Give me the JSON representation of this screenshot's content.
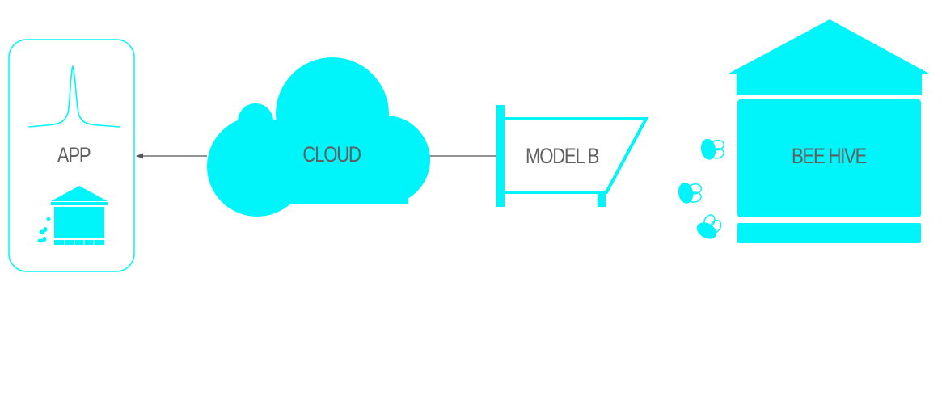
{
  "diagram": {
    "nodes": {
      "app": {
        "label": "APP"
      },
      "cloud": {
        "label": "CLOUD"
      },
      "model_b": {
        "label": "MODEL B"
      },
      "bee_hive": {
        "label": "BEE HIVE"
      }
    },
    "edges": [
      {
        "from": "cloud",
        "to": "app",
        "arrow": "to-app"
      },
      {
        "from": "model_b",
        "to": "cloud",
        "arrow": "none"
      }
    ],
    "colors": {
      "accent": "#00f5fb",
      "text": "#5f5f5f",
      "line": "#555555",
      "background": "#ffffff"
    },
    "icons": [
      "waveform-icon",
      "mini-hive-icon",
      "bee-icon",
      "signpost-icon",
      "cloud-icon"
    ]
  }
}
